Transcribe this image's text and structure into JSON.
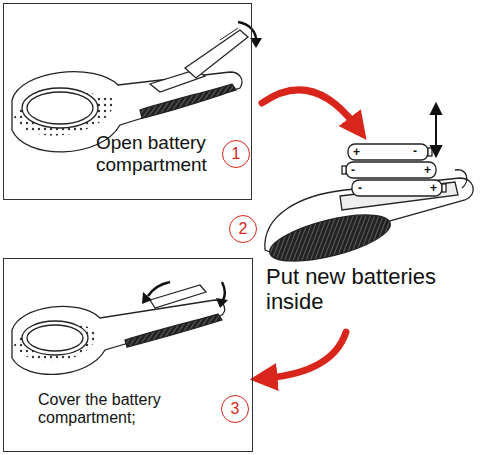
{
  "diagram": {
    "nodes": [
      {
        "text": [
          "Open battery compartment"
        ]
      },
      {
        "text": [
          "1"
        ],
        "in": 0
      },
      {
        "text": [
          "Put new batteries inside"
        ]
      },
      {
        "text": [
          "2"
        ],
        "in": 2
      },
      {
        "text": [
          "Cover the battery compartment;"
        ]
      },
      {
        "text": [
          "3"
        ],
        "in": 4
      }
    ],
    "edges": [
      {
        "from": 0,
        "to": 2,
        "arrow": "to"
      },
      {
        "from": 2,
        "to": 4,
        "arrow": "to"
      }
    ],
    "labels": [
      "+",
      "-",
      "-",
      "+",
      "-",
      "+"
    ]
  }
}
